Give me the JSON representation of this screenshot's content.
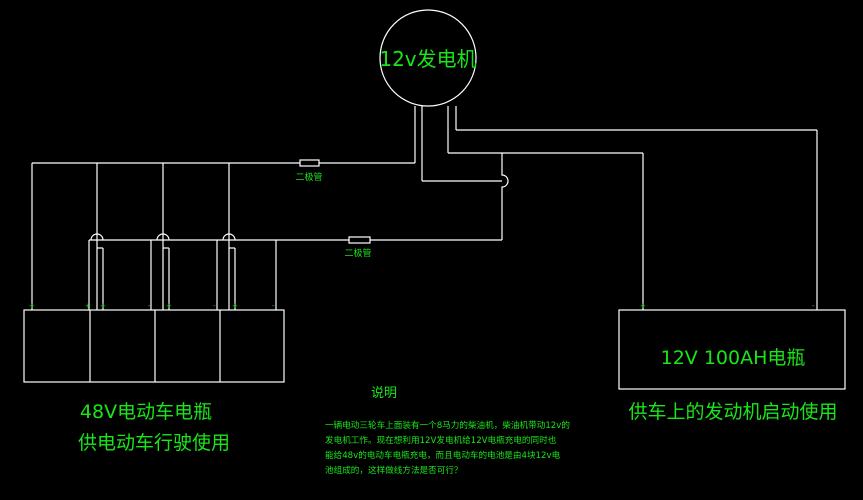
{
  "generator": {
    "label": "12v发电机"
  },
  "diodes": [
    {
      "label": "二极管"
    },
    {
      "label": "二极管"
    }
  ],
  "battery_48v": {
    "title": "48V电动车电瓶",
    "subtitle": "供电动车行驶使用",
    "terminal_marks": [
      "+",
      "+",
      "+",
      "-",
      "+",
      "-",
      "+",
      "-"
    ]
  },
  "battery_12v": {
    "title": "12V 100AH电瓶",
    "subtitle": "供车上的发动机启动使用",
    "terminal_marks": [
      "+",
      "-"
    ]
  },
  "notes": {
    "heading": "说明",
    "lines": [
      "一辆电动三轮车上面装有一个8马力的柴油机，柴油机带动12v的",
      "发电机工作。现在想利用12V发电机给12V电瓶充电的同时也",
      "能给48v的电动车电瓶充电，而且电动车的电池是由4块12v电",
      "池组成的，这样做线方法是否可行？"
    ]
  },
  "colors": {
    "background": "#000000",
    "wire": "#ffffff",
    "text": "#19e619"
  }
}
